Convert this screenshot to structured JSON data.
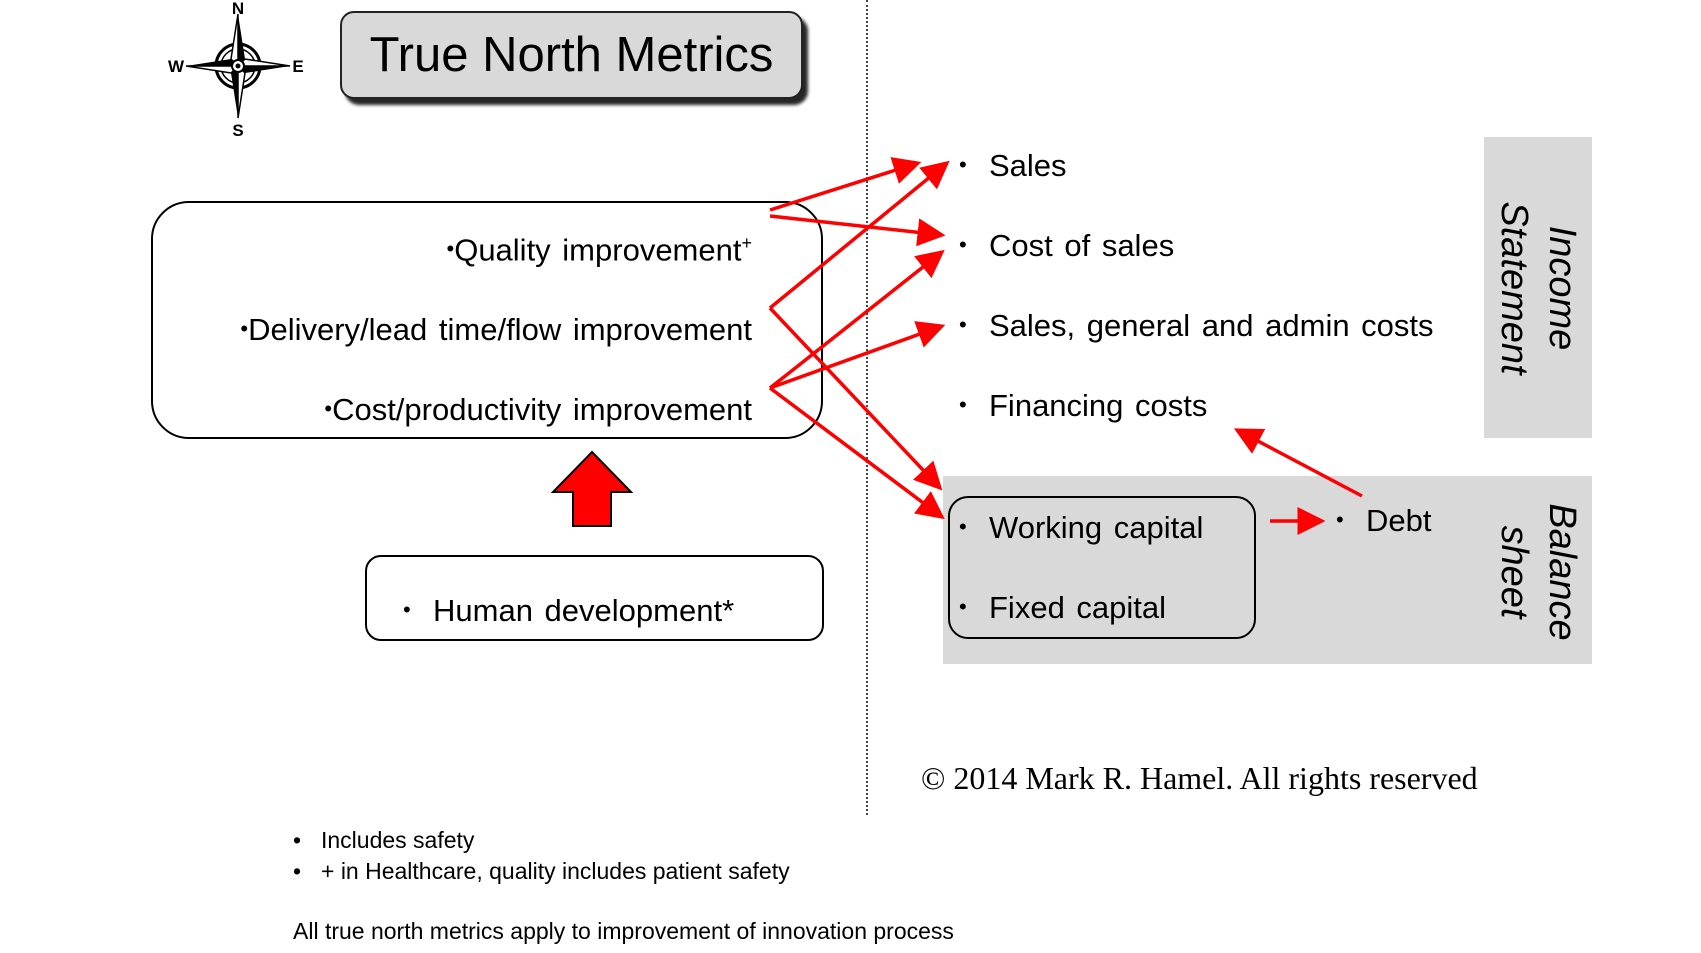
{
  "title": "True North Metrics",
  "compass": {
    "north": "N",
    "south": "S",
    "east": "E",
    "west": "W"
  },
  "operational_metrics": [
    {
      "label": "Quality improvement",
      "mark": "+"
    },
    {
      "label": "Delivery/lead time/flow improvement",
      "mark": ""
    },
    {
      "label": "Cost/productivity improvement",
      "mark": ""
    }
  ],
  "human_development": {
    "label": "Human development",
    "mark": "*"
  },
  "income_statement": {
    "heading_line1": "Income",
    "heading_line2": "Statement",
    "items": [
      "Sales",
      "Cost of sales",
      "Sales, general and admin costs",
      "Financing costs"
    ]
  },
  "balance_sheet": {
    "heading_line1": "Balance",
    "heading_line2": "sheet",
    "items": [
      "Working capital",
      "Fixed capital"
    ],
    "debt": "Debt"
  },
  "copyright": "© 2014 Mark R. Hamel. All rights reserved",
  "footnotes": [
    "Includes safety",
    "+ in Healthcare, quality includes patient safety"
  ],
  "footer_note": "All true north metrics apply to improvement of innovation process",
  "colors": {
    "arrow": "#ff0000",
    "panel": "#d9d9d9",
    "title_bg": "#d9d9d9"
  },
  "bullet_char": "•"
}
